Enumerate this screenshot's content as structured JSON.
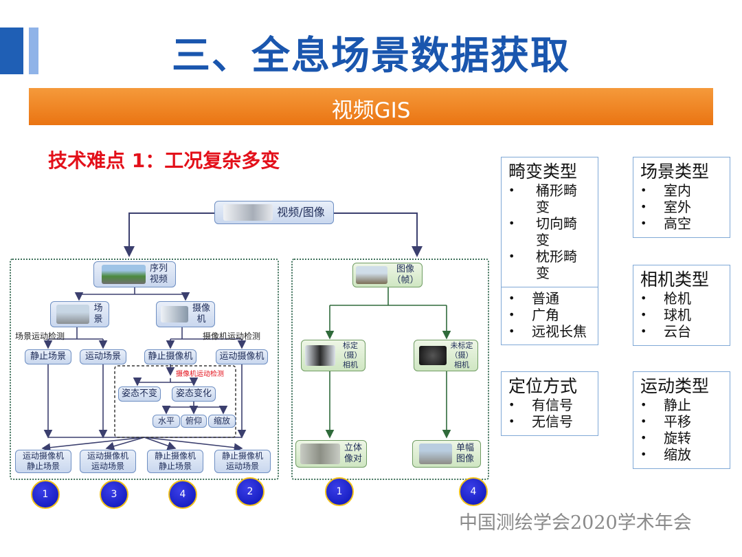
{
  "header": {
    "title": "三、全息场景数据获取",
    "banner": "视频GIS",
    "difficulty": "技术难点 1：工况复杂多变"
  },
  "diagram": {
    "root": "视频/图像",
    "left": {
      "seq": "序列\n视频",
      "scene": "场\n景",
      "camera": "摄像\n机",
      "scene_detect": "场景运动检测",
      "camera_detect": "摄像机运动检测",
      "static_scene": "静止场景",
      "moving_scene": "运动场景",
      "static_camera": "静止摄像机",
      "moving_camera": "运动摄像机",
      "camera_motion_detect": "摄像机运动检测",
      "pose_unchanged": "姿态不变",
      "pose_change": "姿态变化",
      "horizontal": "水平",
      "pitch": "俯仰",
      "zoom": "缩放",
      "combos": [
        "运动摄像机\n静止场景",
        "运动摄像机\n运动场景",
        "静止摄像机\n静止场景",
        "静止摄像机\n运动场景"
      ],
      "circles": [
        "1",
        "3",
        "4",
        "2"
      ]
    },
    "right": {
      "image": "图像\n（帧）",
      "calibrated": "标定\n（摄）\n相机",
      "uncalibrated": "未标定\n（摄）\n相机",
      "stereo": "立体\n像对",
      "single": "单幅\n图像",
      "circles": [
        "1",
        "4"
      ]
    }
  },
  "categories": {
    "distortion": {
      "title": "畸变类型",
      "items": [
        "桶形畸\n变",
        "切向畸\n变",
        "枕形畸\n变"
      ],
      "lens_items": [
        "普通",
        "广角",
        "远视长焦"
      ]
    },
    "positioning": {
      "title": "定位方式",
      "items": [
        "有信号",
        "无信号"
      ]
    },
    "scene": {
      "title": "场景类型",
      "items": [
        "室内",
        "室外",
        "高空"
      ]
    },
    "camera": {
      "title": "相机类型",
      "items": [
        "枪机",
        "球机",
        "云台"
      ]
    },
    "motion": {
      "title": "运动类型",
      "items": [
        "静止",
        "平移",
        "旋转",
        "缩放"
      ]
    }
  },
  "footer": "中国测绘学会2020学术年会"
}
